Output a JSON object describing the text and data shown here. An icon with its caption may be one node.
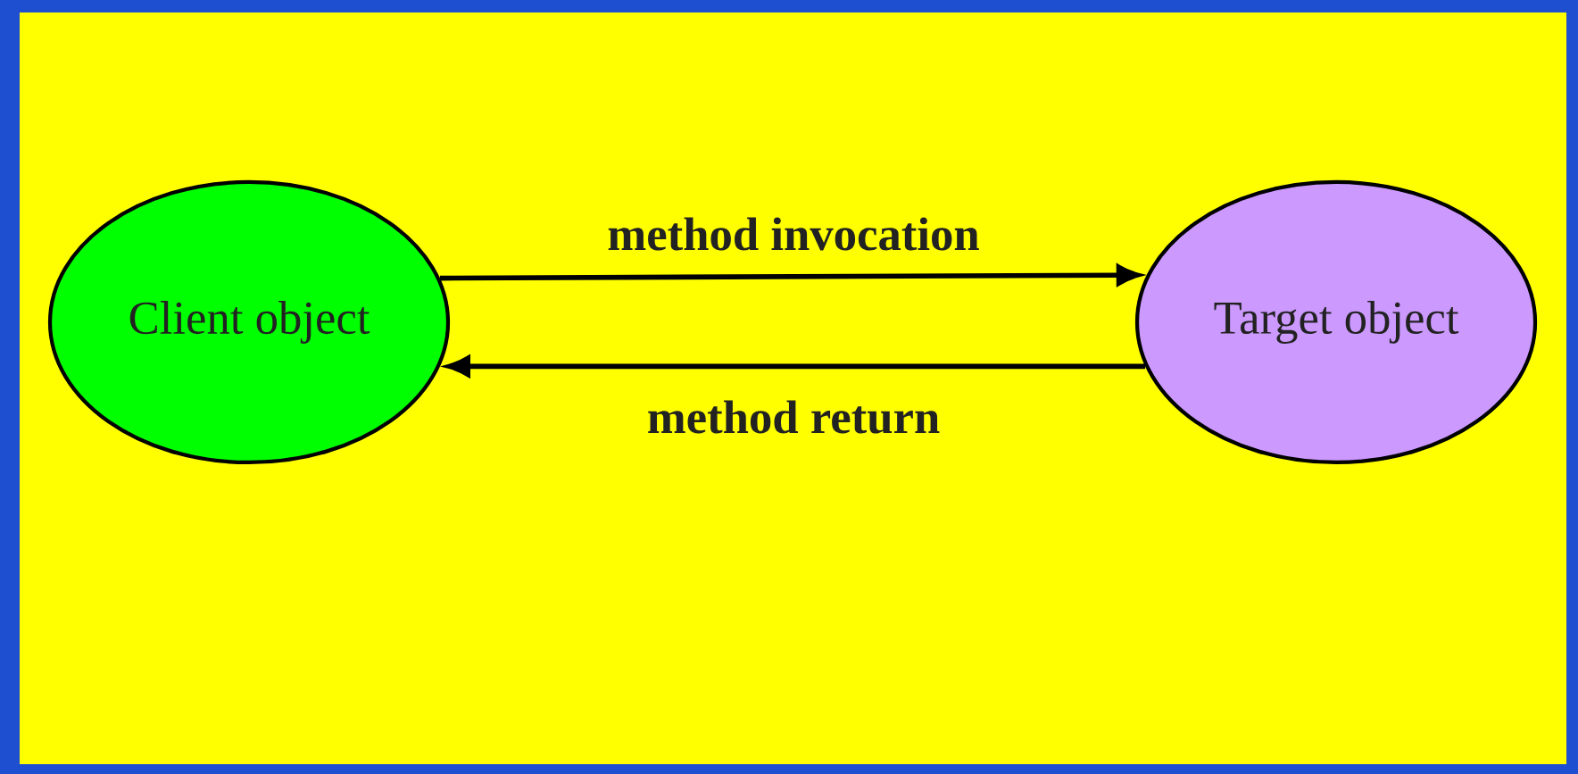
{
  "diagram": {
    "nodes": [
      {
        "text": [
          "Client object"
        ]
      },
      {
        "text": [
          "Target object"
        ]
      }
    ],
    "edges": [
      {
        "from": 0,
        "to": 1,
        "arrow": "to",
        "label": "method invocation"
      },
      {
        "from": 1,
        "to": 0,
        "arrow": "to",
        "label": "method return"
      }
    ]
  }
}
